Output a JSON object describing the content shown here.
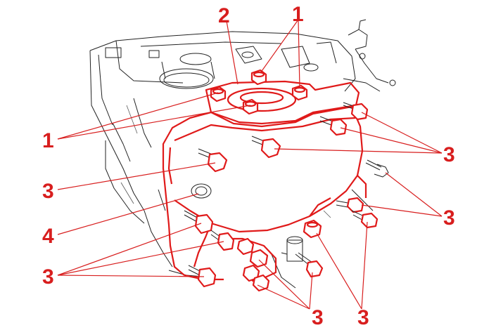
{
  "callouts": [
    {
      "id": "c1-top",
      "label": "1"
    },
    {
      "id": "c2-top",
      "label": "2"
    },
    {
      "id": "c1-left",
      "label": "1"
    },
    {
      "id": "c3-right-upper",
      "label": "3"
    },
    {
      "id": "c3-left-upper",
      "label": "3"
    },
    {
      "id": "c3-right-lower",
      "label": "3"
    },
    {
      "id": "c4-left",
      "label": "4"
    },
    {
      "id": "c3-left-lower",
      "label": "3"
    },
    {
      "id": "c3-bottom-center",
      "label": "3"
    },
    {
      "id": "c3-bottom-right",
      "label": "3"
    }
  ],
  "colors": {
    "highlight": "#e01a1a",
    "callout": "#d81e1e",
    "linework": "#222222"
  }
}
